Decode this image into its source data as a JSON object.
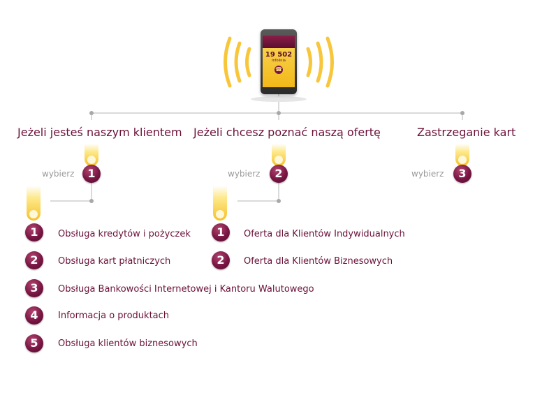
{
  "phone": {
    "number": "19 502",
    "sublabel": "Infolinia"
  },
  "columns": [
    {
      "heading": "Jeżeli jesteś naszym klientem",
      "select_label": "wybierz",
      "number": "1"
    },
    {
      "heading": "Jeżeli chcesz poznać naszą ofertę",
      "select_label": "wybierz",
      "number": "2"
    },
    {
      "heading": "Zastrzeganie kart",
      "select_label": "wybierz",
      "number": "3"
    }
  ],
  "left_options": [
    {
      "number": "1",
      "label": "Obsługa kredytów i pożyczek"
    },
    {
      "number": "2",
      "label": "Obsługa kart płatniczych"
    },
    {
      "number": "3",
      "label": "Obsługa Bankowości Internetowej i Kantoru Walutowego"
    },
    {
      "number": "4",
      "label": "Informacja o produktach"
    },
    {
      "number": "5",
      "label": "Obsługa klientów biznesowych"
    }
  ],
  "right_options": [
    {
      "number": "1",
      "label": "Oferta dla Klientów Indywidualnych"
    },
    {
      "number": "2",
      "label": "Oferta dla Klientów Biznesowych"
    }
  ],
  "colors": {
    "accent": "#6b1138",
    "connector": "#b5b5b5",
    "glow": "#f6c12a"
  }
}
